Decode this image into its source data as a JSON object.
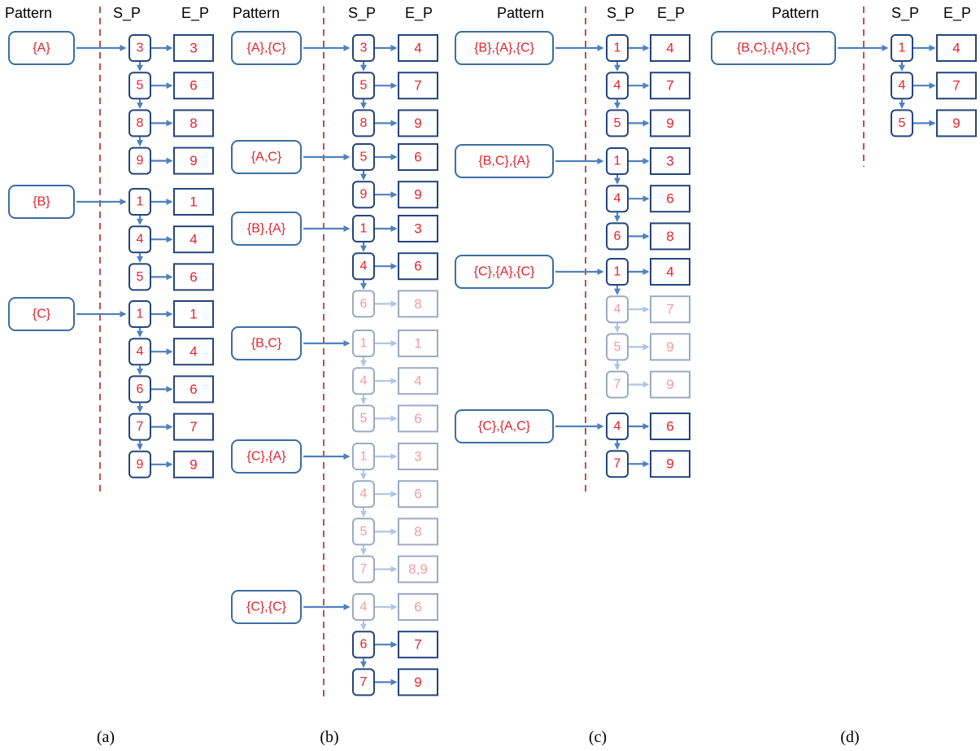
{
  "headers": {
    "pattern": "Pattern",
    "sp": "S_P",
    "ep": "E_P"
  },
  "captions": [
    "(a)",
    "(b)",
    "(c)",
    "(d)"
  ],
  "colors": {
    "text": "#e8222a",
    "box": "#24457e",
    "arrow": "#4f81bd",
    "separator": "#c0504d"
  },
  "panels": [
    {
      "caption": "(a)",
      "groups": [
        {
          "pattern": "{A}",
          "items": [
            {
              "sp": "3",
              "ep": "3"
            },
            {
              "sp": "5",
              "ep": "6"
            },
            {
              "sp": "8",
              "ep": "8"
            },
            {
              "sp": "9",
              "ep": "9"
            }
          ]
        },
        {
          "pattern": "{B}",
          "items": [
            {
              "sp": "1",
              "ep": "1"
            },
            {
              "sp": "4",
              "ep": "4"
            },
            {
              "sp": "5",
              "ep": "6"
            }
          ]
        },
        {
          "pattern": "{C}",
          "items": [
            {
              "sp": "1",
              "ep": "1"
            },
            {
              "sp": "4",
              "ep": "4"
            },
            {
              "sp": "6",
              "ep": "6"
            },
            {
              "sp": "7",
              "ep": "7"
            },
            {
              "sp": "9",
              "ep": "9"
            }
          ]
        }
      ]
    },
    {
      "caption": "(b)",
      "groups": [
        {
          "pattern": "{A},{C}",
          "items": [
            {
              "sp": "3",
              "ep": "4"
            },
            {
              "sp": "5",
              "ep": "7"
            },
            {
              "sp": "8",
              "ep": "9"
            }
          ]
        },
        {
          "pattern": "{A,C}",
          "items": [
            {
              "sp": "5",
              "ep": "6"
            },
            {
              "sp": "9",
              "ep": "9"
            }
          ]
        },
        {
          "pattern": "{B},{A}",
          "items": [
            {
              "sp": "1",
              "ep": "3"
            },
            {
              "sp": "4",
              "ep": "6"
            },
            {
              "sp": "6",
              "ep": "8",
              "faded": true
            }
          ]
        },
        {
          "pattern": "{B,C}",
          "items": [
            {
              "sp": "1",
              "ep": "1",
              "faded": true
            },
            {
              "sp": "4",
              "ep": "4",
              "faded": true
            },
            {
              "sp": "5",
              "ep": "6",
              "faded": true
            }
          ]
        },
        {
          "pattern": "{C},{A}",
          "items": [
            {
              "sp": "1",
              "ep": "3",
              "faded": true
            },
            {
              "sp": "4",
              "ep": "6",
              "faded": true
            },
            {
              "sp": "5",
              "ep": "8",
              "faded": true
            },
            {
              "sp": "7",
              "ep": "8,9",
              "faded": true
            }
          ]
        },
        {
          "pattern": "{C},{C}",
          "items": [
            {
              "sp": "4",
              "ep": "6",
              "faded": true
            },
            {
              "sp": "6",
              "ep": "7"
            },
            {
              "sp": "7",
              "ep": "9"
            }
          ]
        }
      ]
    },
    {
      "caption": "(c)",
      "groups": [
        {
          "pattern": "{B},{A},{C}",
          "items": [
            {
              "sp": "1",
              "ep": "4"
            },
            {
              "sp": "4",
              "ep": "7"
            },
            {
              "sp": "5",
              "ep": "9"
            }
          ]
        },
        {
          "pattern": "{B,C},{A}",
          "items": [
            {
              "sp": "1",
              "ep": "3"
            },
            {
              "sp": "4",
              "ep": "6"
            },
            {
              "sp": "6",
              "ep": "8"
            }
          ]
        },
        {
          "pattern": "{C},{A},{C}",
          "items": [
            {
              "sp": "1",
              "ep": "4"
            },
            {
              "sp": "4",
              "ep": "7",
              "faded": true
            },
            {
              "sp": "5",
              "ep": "9",
              "faded": true
            },
            {
              "sp": "7",
              "ep": "9",
              "faded": true
            }
          ]
        },
        {
          "pattern": "{C},{A,C}",
          "items": [
            {
              "sp": "4",
              "ep": "6"
            },
            {
              "sp": "7",
              "ep": "9"
            }
          ]
        }
      ]
    },
    {
      "caption": "(d)",
      "groups": [
        {
          "pattern": "{B,C},{A},{C}",
          "items": [
            {
              "sp": "1",
              "ep": "4"
            },
            {
              "sp": "4",
              "ep": "7"
            },
            {
              "sp": "5",
              "ep": "9"
            }
          ]
        }
      ]
    }
  ]
}
